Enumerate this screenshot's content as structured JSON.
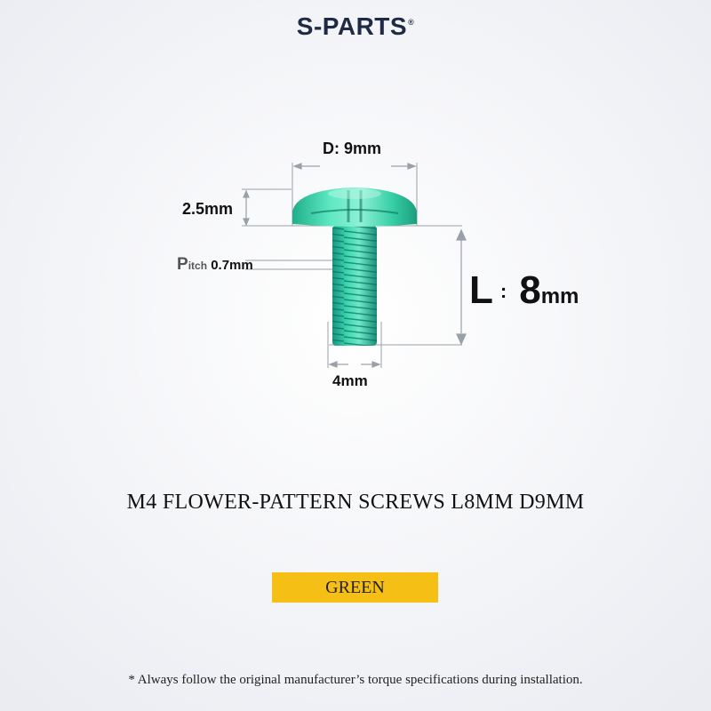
{
  "brand": {
    "name": "S-PARTS",
    "mark": "®"
  },
  "diagram": {
    "head_diameter_label": "D: 9mm",
    "head_height_label": "2.5mm",
    "pitch_prefix_big": "P",
    "pitch_prefix_small": "itch",
    "pitch_value": "0.7mm",
    "shank_width_label": "4mm",
    "length_letter": "L",
    "length_colon": ":",
    "length_number": "8",
    "length_unit": "mm"
  },
  "product": {
    "title": "M4 FLOWER-PATTERN SCREWS L8MM D9MM",
    "color_label": "GREEN"
  },
  "footer": {
    "note": "* Always follow the original manufacturer’s torque specifications during installation."
  },
  "colors": {
    "badge": "#f6bf16",
    "brand_text": "#1f2a44",
    "screw_green": "#2fd6a8"
  }
}
